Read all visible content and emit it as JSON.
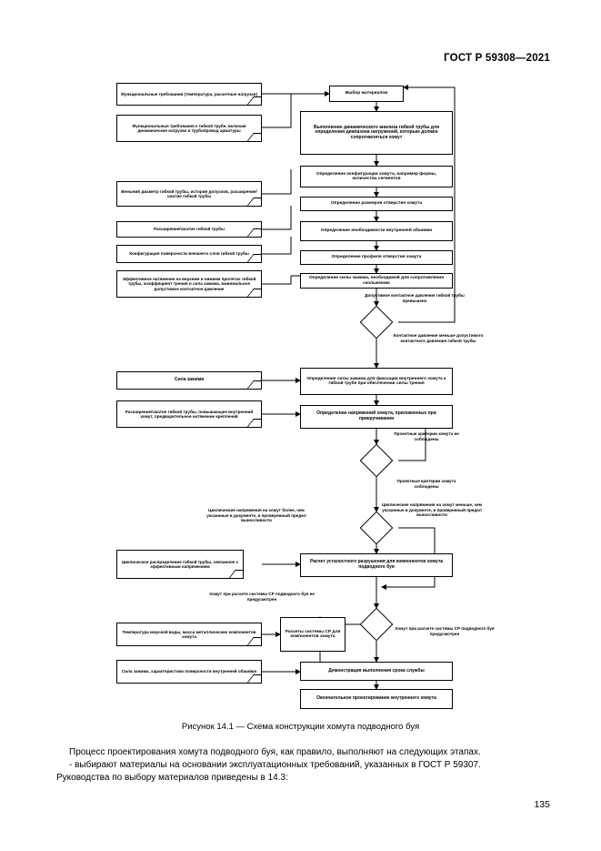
{
  "header": {
    "standard": "ГОСТ Р 59308—2021"
  },
  "caption": "Рисунок 14.1 — Схема конструкции хомута подводного буя",
  "body": {
    "line1": "Процесс проектирования хомута подводного буя, как правило, выполняют на следующих этапах.",
    "line2": "- выбирают материалы на основании эксплуатационных требований, указанных в ГОСТ Р 59307.",
    "line3": "Руководства по выбору материалов приведены в 14.3:"
  },
  "page_number": "135",
  "chart_data": {
    "type": "diagram",
    "title": "Схема конструкции хомута подводного буя",
    "inputs": [
      {
        "id": "in1",
        "label": "Функциональные требования (температура, расчетные нагрузки)"
      },
      {
        "id": "in2",
        "label": "Функциональные требования к гибкой трубе, включая динамические нагрузки и трубопровод арматуры"
      },
      {
        "id": "in3",
        "label": "Внешний диаметр гибкой трубы, история допусков, расширение/сжатие гибкой трубы"
      },
      {
        "id": "in4",
        "label": "Расширение/сжатие гибкой трубы"
      },
      {
        "id": "in5",
        "label": "Конфигурация поверхности внешнего слоя гибкой трубы"
      },
      {
        "id": "in6",
        "label": "Эффективное натяжение на верхнем и нижнем пролетах гибкой трубы, коэффициент трения и сила зажима, минимальное допустимое контактное давление"
      },
      {
        "id": "in7",
        "label": "Сила зажима"
      },
      {
        "id": "in8",
        "label": "Расширение/сжатие гибкой трубы, повышающее внутренний хомут, предварительное натяжение креплений"
      },
      {
        "id": "in9",
        "label": "Циклическое распределение гибкой трубы, связанное с эффективным напряжением"
      },
      {
        "id": "in10",
        "label": "Температура морской воды, масса металлических компонентов хомута"
      },
      {
        "id": "in11",
        "label": "Сила зажима, характеристики поверхности внутренней обшивки"
      }
    ],
    "processes": [
      {
        "id": "p1",
        "label": "Выбор материалов"
      },
      {
        "id": "p2",
        "label": "Выполнение динамического анализа гибкой трубы для определения диапазона нагружений, которым должен сопротивляться хомут"
      },
      {
        "id": "p3",
        "label": "Определение конфигурации хомута, например формы, количества сегментов"
      },
      {
        "id": "p4",
        "label": "Определение размеров отверстия хомута"
      },
      {
        "id": "p5",
        "label": "Определение необходимости внутренней обшивки"
      },
      {
        "id": "p6",
        "label": "Определение профиля отверстия хомута"
      },
      {
        "id": "p7",
        "label": "Определение силы зажима, необходимой для сопротивления скольжению"
      },
      {
        "id": "p8",
        "label": "Определение силы зажима для фиксации внутреннего хомута к гибкой трубе при обеспечении силы трения"
      },
      {
        "id": "p9",
        "label": "Определение напряжений хомута, приложенных при прикручивании"
      },
      {
        "id": "p10",
        "label": "Расчет усталостного разрушения для компонентов хомута подводного буя"
      },
      {
        "id": "p11",
        "label": "Расчеты системы СР для компонентов хомута"
      },
      {
        "id": "p12",
        "label": "Демонстрация выполнения срока службы"
      },
      {
        "id": "p13",
        "label": "Окончательное проектирование внутреннего хомута"
      }
    ],
    "decisions": [
      {
        "id": "d1",
        "yes_label": "Контактное давление меньше допустимого контактного давления гибкой трубы",
        "no_label": "Допустимое контактное давление гибкой трубы превышено"
      },
      {
        "id": "d2",
        "yes_label": "Проектные критерии хомута соблюдены",
        "no_label": "Проектные критерии хомута не соблюдены"
      },
      {
        "id": "d3",
        "yes_label": "Циклические напряжения на хомут меньше, чем указанные в документе, и проверенный предел выносливости",
        "no_label": "Циклические напряжения на хомут более, чем указанные в документе, и проверенный предел выносливости"
      },
      {
        "id": "d4",
        "yes_label": "Хомут при расчете системы СР подводного буя предусмотрен",
        "no_label": "Хомут при расчете системы СР подводного буя не предусмотрен"
      }
    ]
  }
}
